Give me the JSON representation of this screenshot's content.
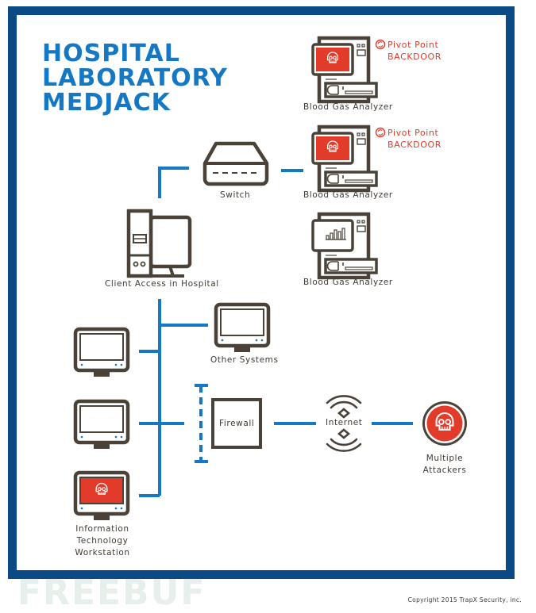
{
  "title": {
    "lines": [
      "HOSPITAL",
      "LABORATORY",
      "MEDJACK"
    ]
  },
  "colors": {
    "frame": "#0b4a85",
    "title": "#1478c4",
    "link": "#1478c4",
    "device": "#4a4238",
    "alert": "#e23b2a"
  },
  "nodes": {
    "analyzer_1": {
      "label": "Blood Gas Analyzer",
      "status": "compromised",
      "icon": "skull-icon",
      "badge": {
        "icon": "pivot-icon",
        "line1": "Pivot Point",
        "line2": "BACKDOOR"
      }
    },
    "analyzer_2": {
      "label": "Blood Gas Analyzer",
      "status": "compromised",
      "icon": "skull-icon",
      "badge": {
        "icon": "pivot-icon",
        "line1": "Pivot Point",
        "line2": "BACKDOOR"
      }
    },
    "analyzer_3": {
      "label": "Blood Gas Analyzer",
      "status": "normal",
      "icon": "bar-chart-icon"
    },
    "switch": {
      "label": "Switch"
    },
    "client": {
      "label": "Client Access in Hospital"
    },
    "other_systems": {
      "label": "Other Systems"
    },
    "firewall": {
      "label": "Firewall"
    },
    "internet": {
      "label": "Internet"
    },
    "attackers": {
      "label_lines": [
        "Multiple",
        "Attackers"
      ]
    },
    "it_workstation": {
      "label_lines": [
        "Information",
        "Technology",
        "Workstation"
      ]
    }
  },
  "watermark": "FREEBUF",
  "copyright": "Copyright 2015 TrapX Security, inc."
}
